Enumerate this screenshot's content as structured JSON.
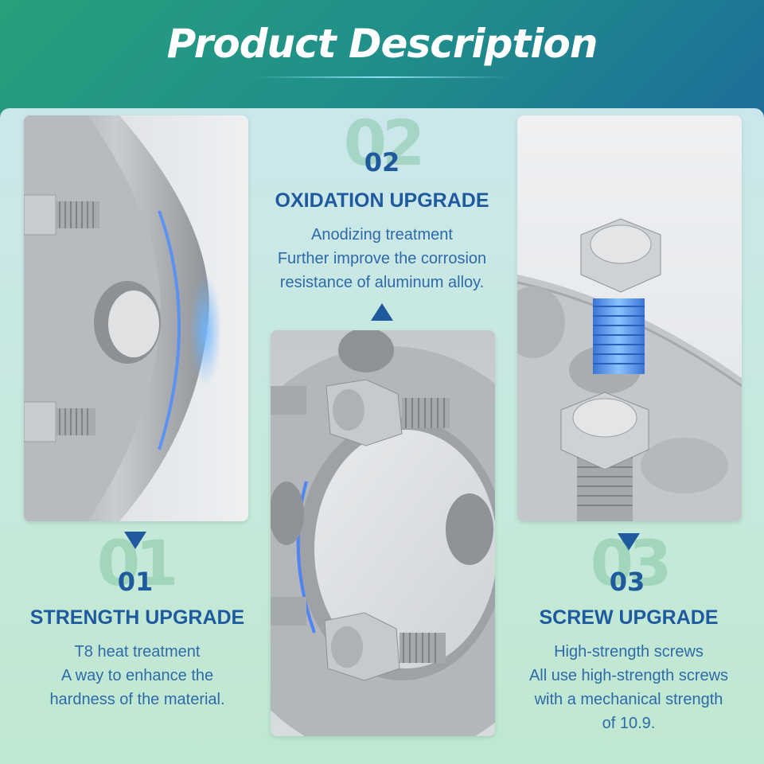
{
  "header": {
    "title": "Product Description"
  },
  "features": [
    {
      "number": "01",
      "title": "STRENGTH UPGRADE",
      "lines": [
        "T8 heat treatment",
        "A way to enhance the",
        "hardness of the material."
      ]
    },
    {
      "number": "02",
      "title": "OXIDATION UPGRADE",
      "lines": [
        "Anodizing treatment",
        "Further improve the corrosion",
        "resistance of aluminum alloy."
      ]
    },
    {
      "number": "03",
      "title": "SCREW UPGRADE",
      "lines": [
        "High-strength screws",
        "All use high-strength screws",
        "with a mechanical strength",
        "of 10.9."
      ]
    }
  ],
  "colors": {
    "accent": "#1f5a9e",
    "text": "#2f6aa8",
    "metal": "#b9bcc0"
  }
}
